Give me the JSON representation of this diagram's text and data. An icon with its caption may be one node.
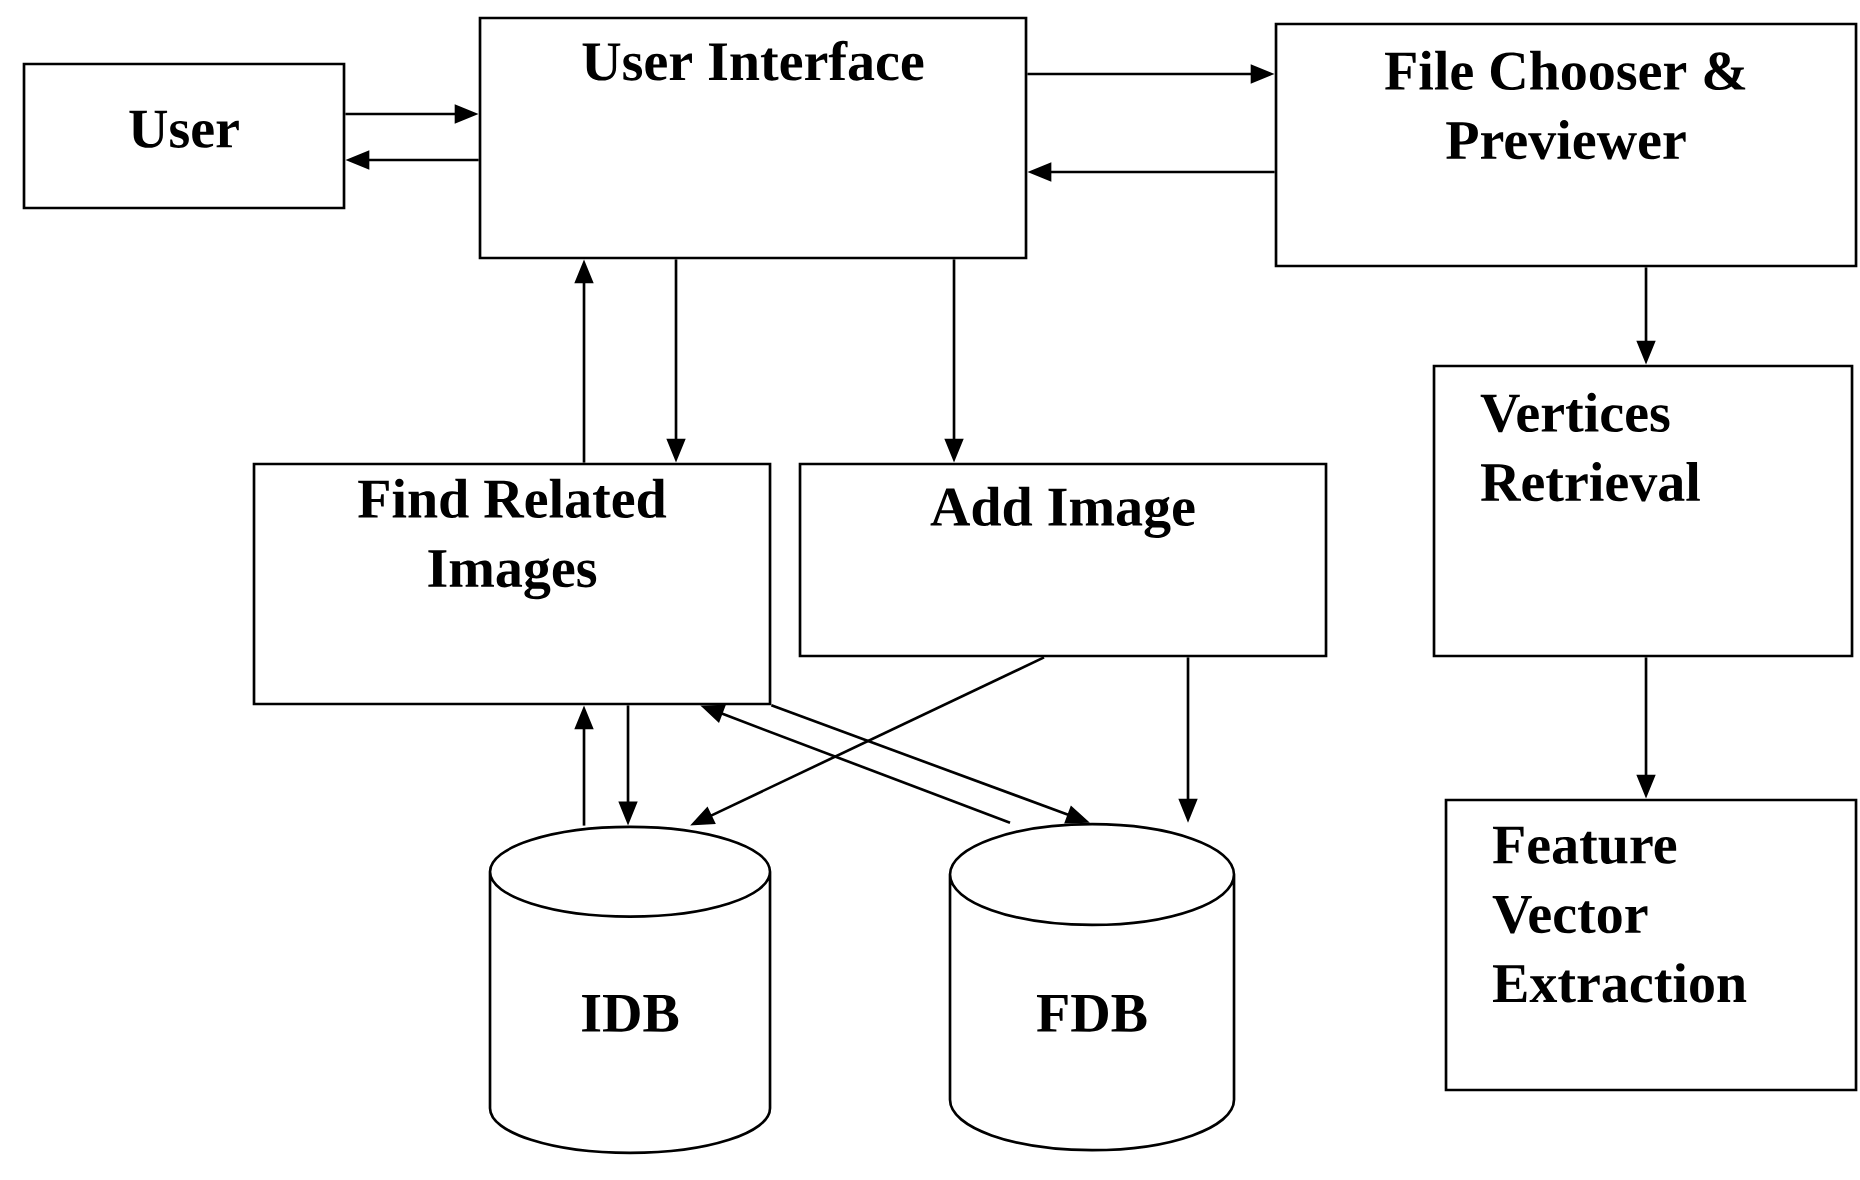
{
  "diagram": {
    "nodes": [
      {
        "text": [
          "User"
        ]
      },
      {
        "text": [
          "User Interface"
        ]
      },
      {
        "text": [
          "File Chooser & Previewer"
        ]
      },
      {
        "text": [
          "Find Related Images"
        ]
      },
      {
        "text": [
          "Add Image"
        ]
      },
      {
        "text": [
          "Vertices Retrieval"
        ]
      },
      {
        "text": [
          "Feature Vector Extraction"
        ]
      },
      {
        "text": [
          "IDB"
        ]
      },
      {
        "text": [
          "FDB"
        ]
      }
    ],
    "edges": [
      {
        "from": 0,
        "to": 1,
        "arrow": "to"
      },
      {
        "from": 1,
        "to": 0,
        "arrow": "to"
      },
      {
        "from": 1,
        "to": 2,
        "arrow": "to"
      },
      {
        "from": 2,
        "to": 1,
        "arrow": "to"
      },
      {
        "from": 3,
        "to": 1,
        "arrow": "to"
      },
      {
        "from": 1,
        "to": 3,
        "arrow": "to"
      },
      {
        "from": 1,
        "to": 4,
        "arrow": "to"
      },
      {
        "from": 2,
        "to": 5,
        "arrow": "to"
      },
      {
        "from": 5,
        "to": 6,
        "arrow": "to"
      },
      {
        "from": 7,
        "to": 3,
        "arrow": "to"
      },
      {
        "from": 3,
        "to": 7,
        "arrow": "to"
      },
      {
        "from": 4,
        "to": 7,
        "arrow": "to"
      },
      {
        "from": 8,
        "to": 3,
        "arrow": "to"
      },
      {
        "from": 3,
        "to": 8,
        "arrow": "to"
      },
      {
        "from": 4,
        "to": 8,
        "arrow": "to"
      }
    ]
  }
}
